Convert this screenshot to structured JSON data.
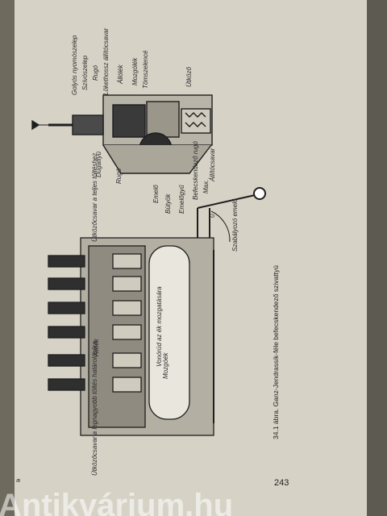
{
  "labels": {
    "top_row": [
      "Golyós nyomószelep",
      "Szívószelep",
      "Rugó",
      "Lökethossz állítócsavar",
      "Állólék",
      "Mozgólék",
      "Tömszelencé",
      "Ütköző"
    ],
    "mid_row": [
      "Dugattyú",
      "Rugó",
      "Emelő",
      "Bütyök",
      "Emelőgyű",
      "Befecskendező rugó",
      "Állítócsavar"
    ],
    "max_label": "Max.",
    "zero_label": "0",
    "regulator": "Szabályozó emelő",
    "stop_screw_top": "Ütközőcsavar a teljes töltéshez",
    "stop_screw_bottom": "Ütközőcsavar a legnagyobb töltés határolására",
    "housing_label": "Vonórúd az ék mozgatására",
    "mozgoek": "Mozgóék",
    "alloek": "Állóék"
  },
  "caption": "34.1 ábra. Ganz-Jendrassik-féle befecskendező szivattyú",
  "page_number": "243",
  "corner_mark": "ᴵᴮ",
  "watermark": "Antikvárium.hu"
}
